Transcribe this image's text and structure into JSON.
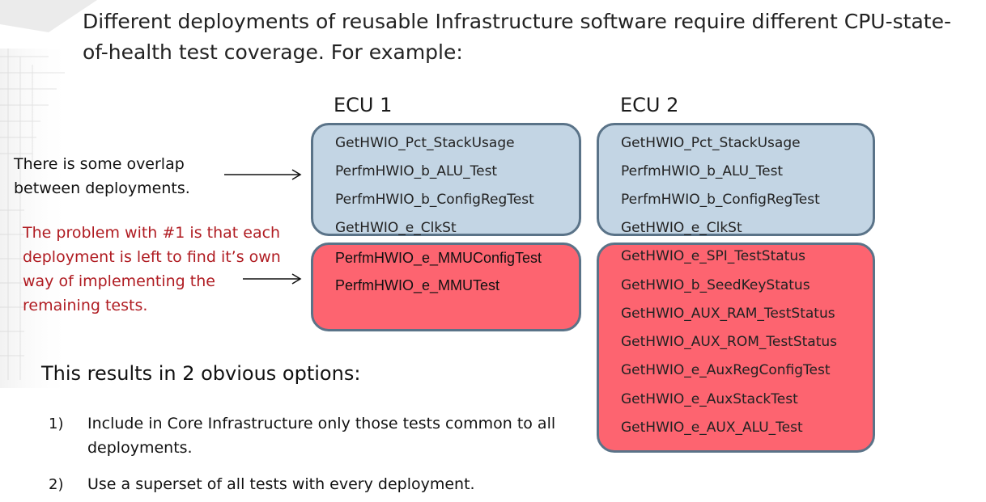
{
  "title": "Different deployments of reusable Infrastructure software require different CPU-state-of-health test coverage. For example:",
  "ecu1": {
    "label": "ECU 1",
    "common_tests": [
      "GetHWIO_Pct_StackUsage",
      "PerfmHWIO_b_ALU_Test",
      "PerfmHWIO_b_ConfigRegTest",
      "GetHWIO_e_ClkSt"
    ],
    "specific_tests": [
      "PerfmHWIO_e_MMUConfigTest",
      "PerfmHWIO_e_MMUTest"
    ]
  },
  "ecu2": {
    "label": "ECU 2",
    "common_tests": [
      "GetHWIO_Pct_StackUsage",
      "PerfmHWIO_b_ALU_Test",
      "PerfmHWIO_b_ConfigRegTest",
      "GetHWIO_e_ClkSt"
    ],
    "specific_tests": [
      "GetHWIO_e_SPI_TestStatus",
      "GetHWIO_b_SeedKeyStatus",
      "GetHWIO_AUX_RAM_TestStatus",
      "GetHWIO_AUX_ROM_TestStatus",
      "GetHWIO_e_AuxRegConfigTest",
      "GetHWIO_e_AuxStackTest",
      "GetHWIO_e_AUX_ALU_Test"
    ]
  },
  "notes": {
    "overlap": "There is some overlap between deployments.",
    "problem": "The problem with #1 is that each deployment is left to find it’s own way of implementing the remaining tests."
  },
  "options": {
    "title": "This results in 2 obvious options:",
    "items": [
      {
        "num": "1)",
        "text": "Include in Core Infrastructure only those tests common to all deployments."
      },
      {
        "num": "2)",
        "text": "Use a superset of all tests with every deployment."
      }
    ]
  },
  "colors": {
    "common_fill": "#c3d5e4",
    "specific_fill": "#fd6470",
    "box_border": "#5a7388",
    "problem_text": "#b01c22"
  }
}
